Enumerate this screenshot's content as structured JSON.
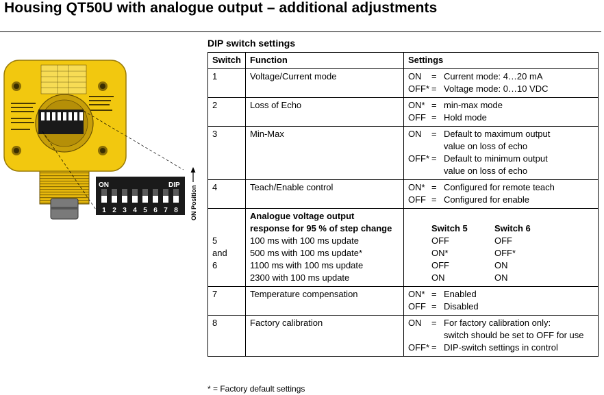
{
  "title": "Housing QT50U with analogue output – additional adjustments",
  "section": "DIP switch settings",
  "headers": {
    "switch": "Switch",
    "function": "Function",
    "settings": "Settings"
  },
  "rows": [
    {
      "switch": "1",
      "function": "Voltage/Current mode",
      "settings": [
        {
          "key": "ON",
          "eq": "=",
          "text": "Current mode: 4…20 mA",
          "cont": []
        },
        {
          "key": "OFF*",
          "eq": "=",
          "text": "Voltage mode: 0…10 VDC",
          "cont": []
        }
      ]
    },
    {
      "switch": "2",
      "function": "Loss of Echo",
      "settings": [
        {
          "key": "ON*",
          "eq": "=",
          "text": "min-max mode",
          "cont": []
        },
        {
          "key": "OFF",
          "eq": "=",
          "text": "Hold mode",
          "cont": []
        }
      ]
    },
    {
      "switch": "3",
      "function": "Min-Max",
      "settings": [
        {
          "key": "ON",
          "eq": "=",
          "text": "Default to maximum output",
          "cont": [
            "value on loss of echo"
          ]
        },
        {
          "key": "OFF*",
          "eq": "=",
          "text": "Default to minimum output",
          "cont": [
            "value on loss of echo"
          ]
        }
      ]
    },
    {
      "switch": "4",
      "function": "Teach/Enable control",
      "settings": [
        {
          "key": "ON*",
          "eq": "=",
          "text": "Configured for remote teach",
          "cont": []
        },
        {
          "key": "OFF",
          "eq": "=",
          "text": "Configured for enable",
          "cont": []
        }
      ]
    },
    {
      "switch": "7",
      "function": "Temperature compensation",
      "settings": [
        {
          "key": "ON*",
          "eq": "=",
          "text": "Enabled",
          "cont": []
        },
        {
          "key": "OFF",
          "eq": "=",
          "text": "Disabled",
          "cont": []
        }
      ]
    },
    {
      "switch": "8",
      "function": "Factory calibration",
      "settings": [
        {
          "key": "ON",
          "eq": "=",
          "text": "For factory calibration only:",
          "cont": [
            "switch should be set to OFF for use"
          ]
        },
        {
          "key": "OFF*",
          "eq": "=",
          "text": "DIP-switch settings in control",
          "cont": []
        }
      ]
    }
  ],
  "analogue": {
    "switch_lines": [
      "5",
      "and",
      "6"
    ],
    "heading": [
      "Analogue voltage output",
      "response for 95 % of step change"
    ],
    "col_heads": [
      "Switch 5",
      "Switch 6"
    ],
    "options": [
      {
        "label": "100 ms with 100 ms update",
        "s5": "OFF",
        "s6": "OFF"
      },
      {
        "label": "500 ms with 100 ms update*",
        "s5": "ON*",
        "s6": "OFF*"
      },
      {
        "label": "1100 ms with 100 ms update",
        "s5": "OFF",
        "s6": "ON"
      },
      {
        "label": "2300 with 100 ms update",
        "s5": "ON",
        "s6": "ON"
      }
    ]
  },
  "figure": {
    "on_label": "ON",
    "dip_label": "DIP",
    "on_position": "ON Position",
    "numbers": [
      "1",
      "2",
      "3",
      "4",
      "5",
      "6",
      "7",
      "8"
    ],
    "colors": {
      "housing": "#f2c80f",
      "housing_dark": "#9a7c08",
      "panel": "#1a1a1a"
    }
  },
  "footnote": "* = Factory default settings"
}
